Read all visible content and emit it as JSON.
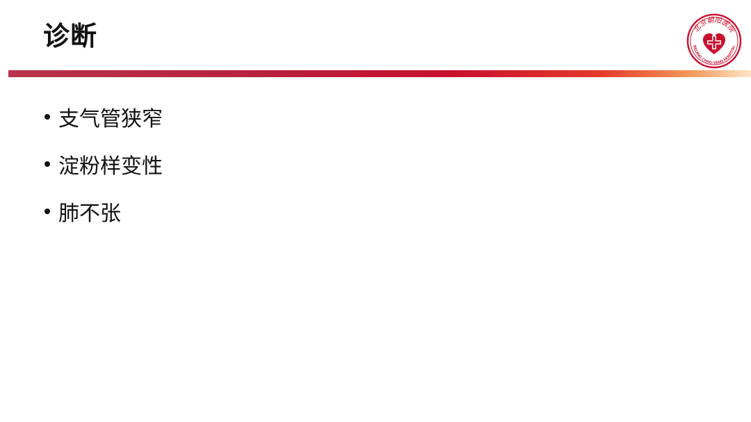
{
  "slide": {
    "title": "诊断",
    "bullets": [
      "支气管狭窄",
      "淀粉样变性",
      "肺不张"
    ]
  },
  "logo": {
    "text_top": "北京朝阳医院",
    "text_bottom": "BEIJING CHAO-YANG HOSPITAL",
    "color": "#c8102e"
  }
}
